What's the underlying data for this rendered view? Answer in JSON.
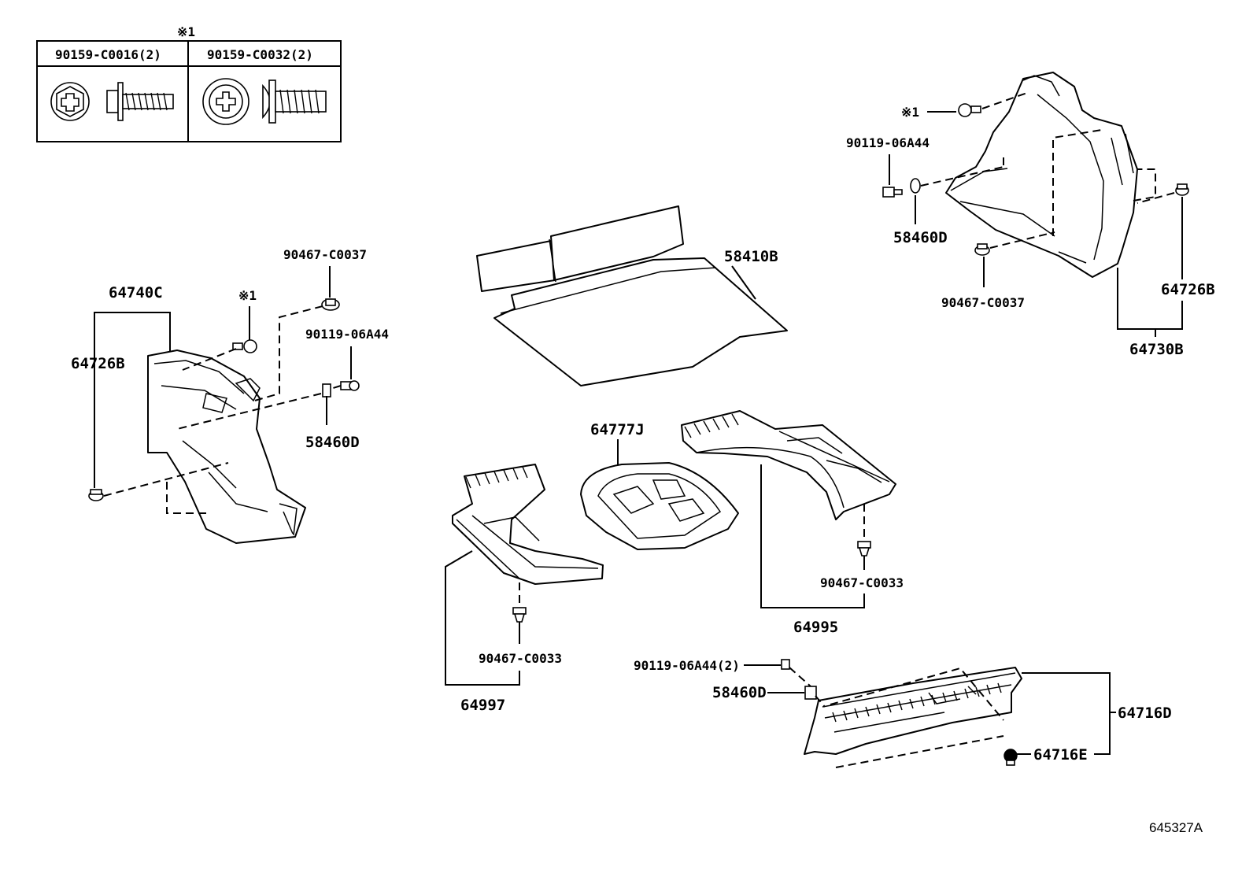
{
  "legend": {
    "marker": "※1",
    "columns": [
      "90159-C0016(2)",
      "90159-C0032(2)"
    ]
  },
  "labels": {
    "l_64740C": "64740C",
    "l_64726B_left": "64726B",
    "l_mark1_left": "※1",
    "l_90467_C0037_left": "90467-C0037",
    "l_90119_06A44_left": "90119-06A44",
    "l_58460D_left": "58460D",
    "l_58410B": "58410B",
    "l_mark1_right": "※1",
    "l_90119_06A44_right": "90119-06A44",
    "l_58460D_right": "58460D",
    "l_90467_C0037_right": "90467-C0037",
    "l_64726B_right": "64726B",
    "l_64730B": "64730B",
    "l_64777J": "64777J",
    "l_90467_C0033_mid": "90467-C0033",
    "l_64995": "64995",
    "l_90467_C0033_left": "90467-C0033",
    "l_64997": "64997",
    "l_90119_06A44_2": "90119-06A44(2)",
    "l_58460D_bottom": "58460D",
    "l_64716D": "64716D",
    "l_64716E": "64716E"
  },
  "figure_id": "645327A"
}
